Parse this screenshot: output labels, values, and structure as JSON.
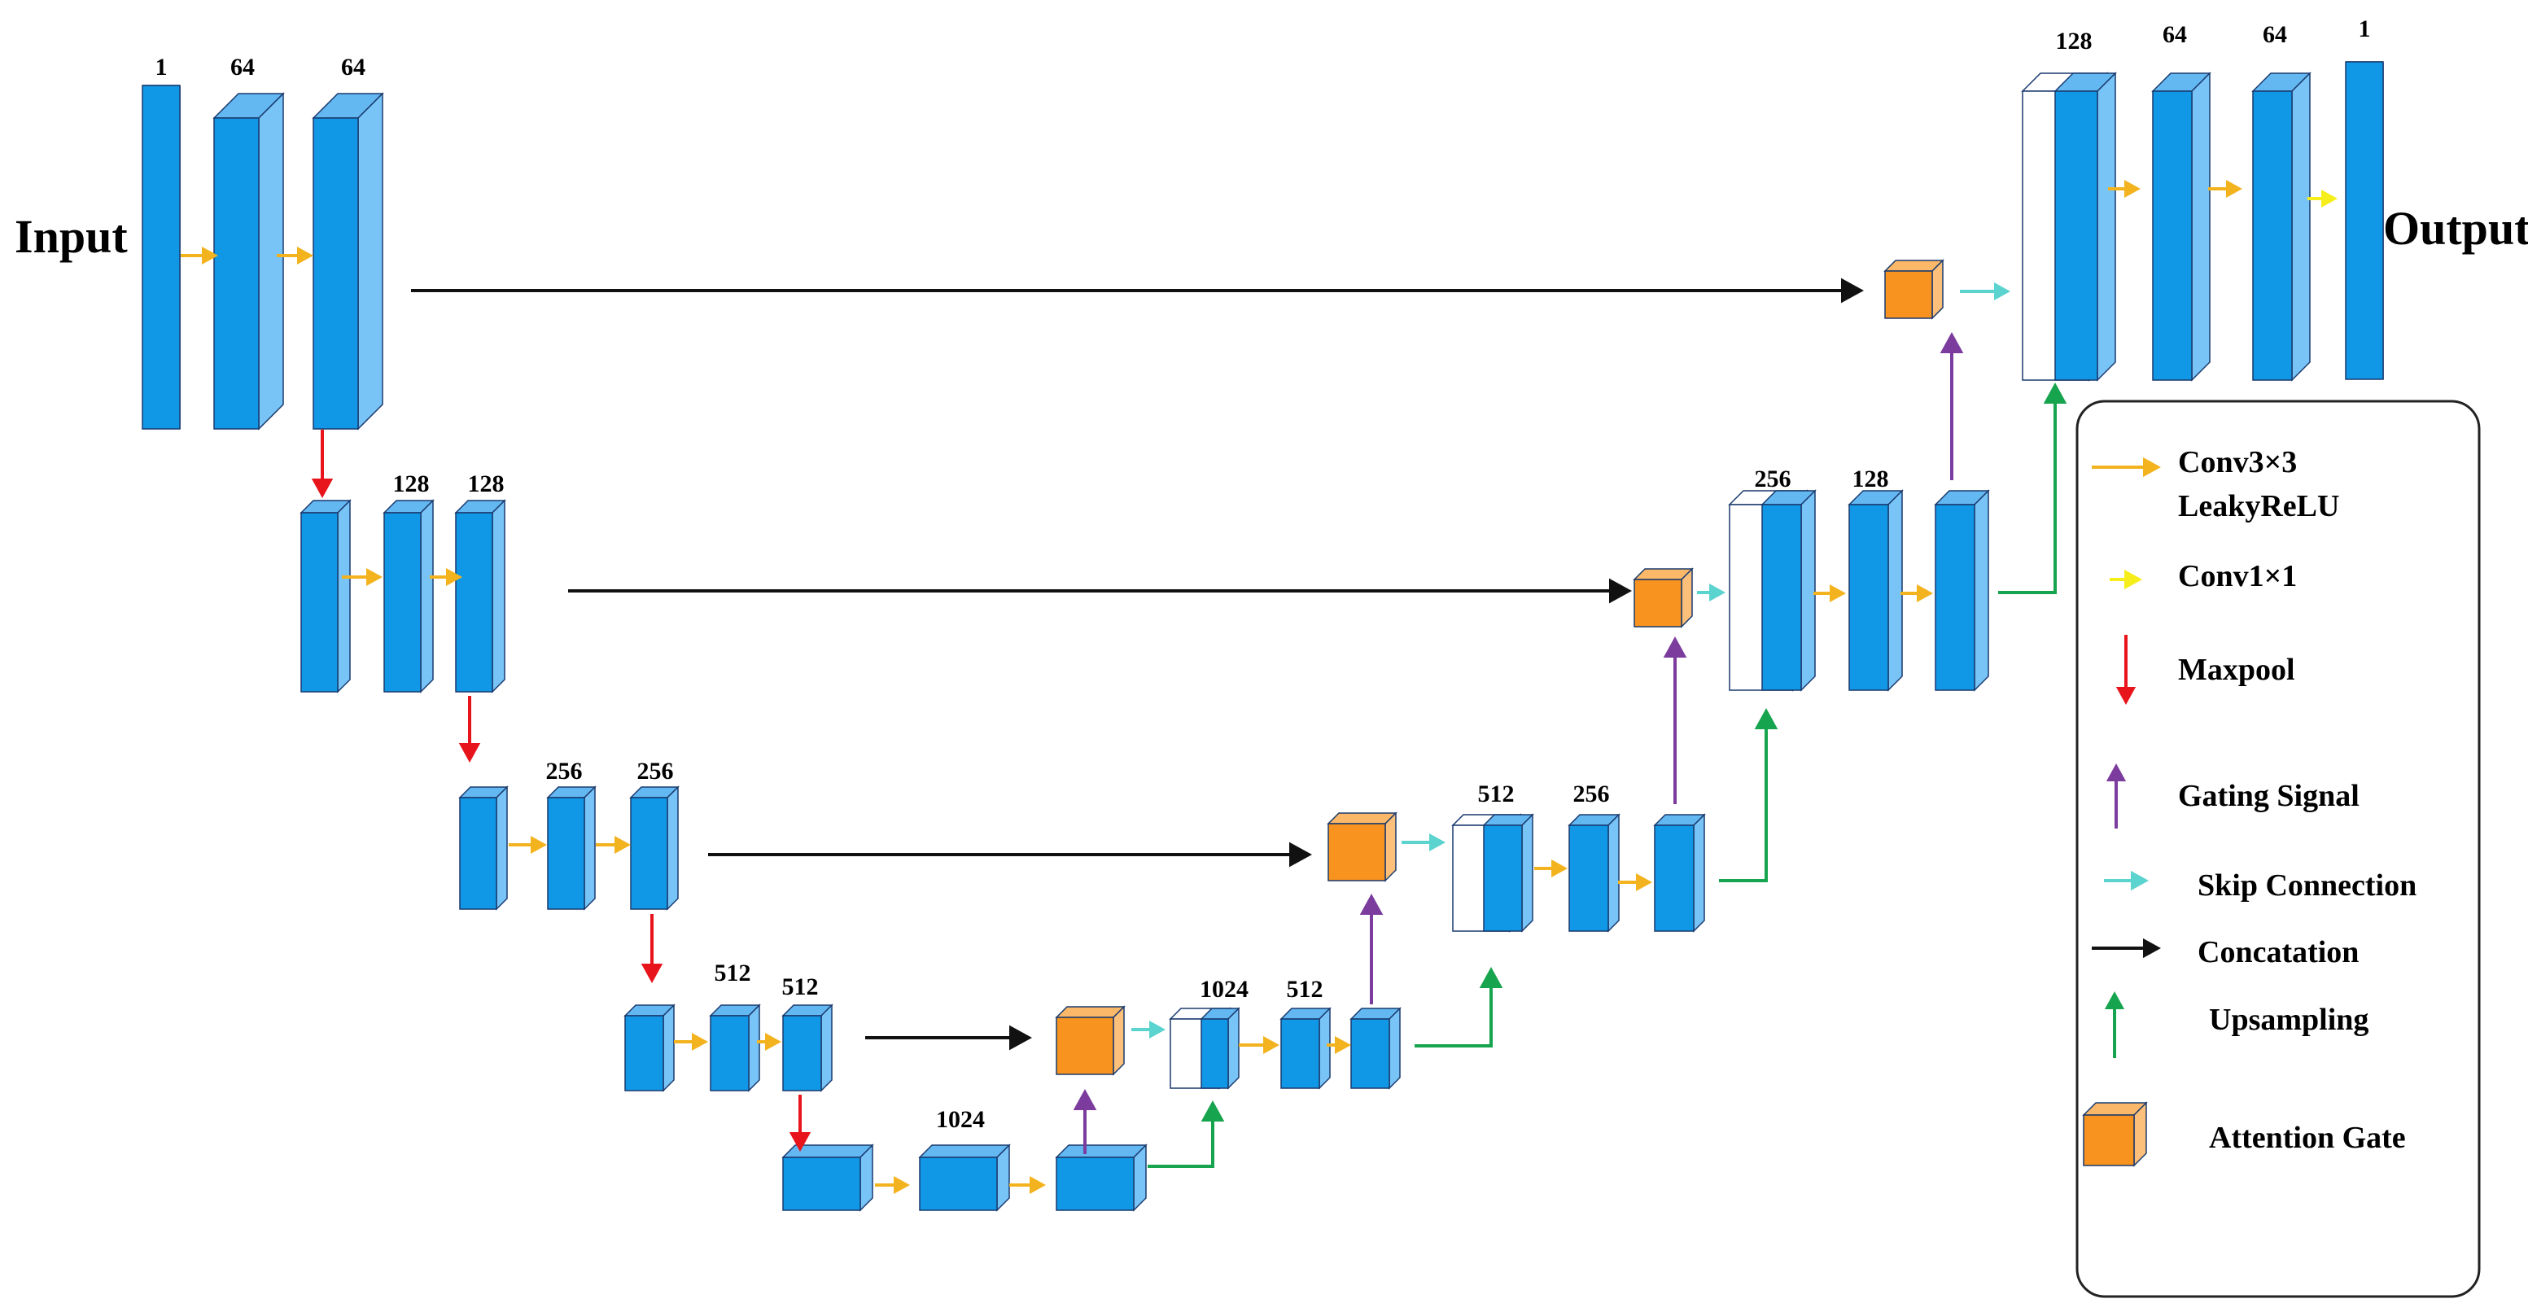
{
  "io": {
    "input": "Input",
    "output": "Output"
  },
  "channels": {
    "enc1": [
      "1",
      "64",
      "64"
    ],
    "enc2": [
      "128",
      "128"
    ],
    "enc3": [
      "256",
      "256"
    ],
    "enc4": [
      "512",
      "512"
    ],
    "bottleneck": [
      "1024"
    ],
    "dec4": [
      "1024",
      "512"
    ],
    "dec3": [
      "512",
      "256"
    ],
    "dec2": [
      "256",
      "128"
    ],
    "dec1": [
      "128",
      "64",
      "64",
      "1"
    ]
  },
  "legend": {
    "conv3_line1": "Conv3×3",
    "conv3_line2": "LeakyReLU",
    "conv1": "Conv1×1",
    "maxpool": "Maxpool",
    "gating": "Gating Signal",
    "skip": "Skip Connection",
    "concat": "Concatation",
    "upsampling": "Upsampling",
    "attention": "Attention Gate"
  },
  "colors": {
    "block_front": "#1097e6",
    "block_top": "#63b8f2",
    "block_side": "#78c4f7",
    "conv3": "#f3b31e",
    "conv1": "#f6ee1a",
    "maxpool": "#e8141c",
    "gating": "#7b3c9e",
    "skip": "#5bd3cf",
    "concat": "#111111",
    "upsampling": "#17a44e",
    "attention_front": "#f7931e",
    "attention_top": "#fbb868",
    "attention_side": "#fcc07a"
  }
}
